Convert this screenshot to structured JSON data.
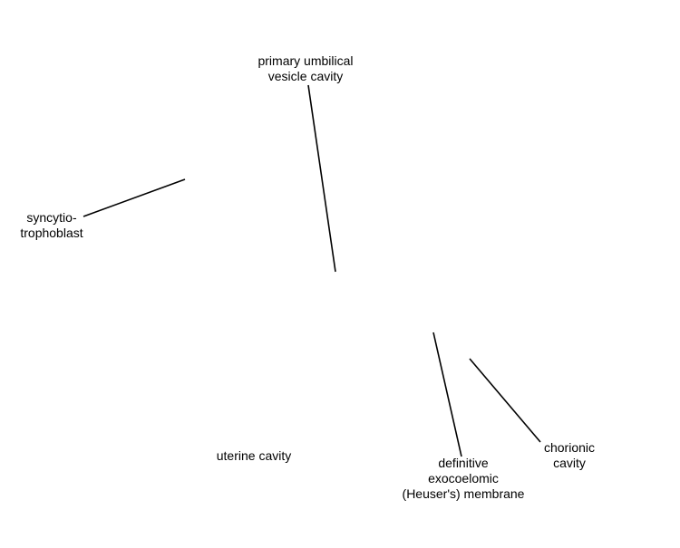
{
  "labels": {
    "primary_umbilical_vesicle_cavity": [
      "primary umbilical",
      "vesicle cavity"
    ],
    "syncytiotrophoblast": [
      "syncytio-",
      "trophoblast"
    ],
    "uterine_cavity": [
      "uterine cavity"
    ],
    "definitive_exocoelomic_membrane": [
      "definitive",
      "exocoelomic",
      "(Heuser's) membrane"
    ],
    "chorionic_cavity": [
      "chorionic",
      "cavity"
    ]
  },
  "colors": {
    "background": "#ffffff",
    "text": "#000000",
    "leader_line": "#000000"
  }
}
